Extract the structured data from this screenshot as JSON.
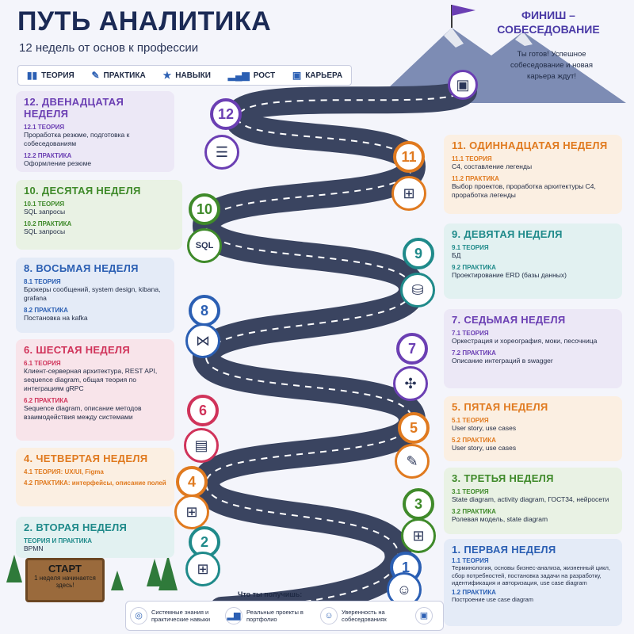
{
  "header": {
    "title": "ПУТЬ АНАЛИТИКА",
    "subtitle": "12 недель от основ к профессии"
  },
  "legend": [
    {
      "icon": "book-icon",
      "label": "ТЕОРИЯ"
    },
    {
      "icon": "wrench-icon",
      "label": "ПРАКТИКА"
    },
    {
      "icon": "star-icon",
      "label": "НАВЫКИ"
    },
    {
      "icon": "bar-chart-icon",
      "label": "РОСТ"
    },
    {
      "icon": "briefcase-icon",
      "label": "КАРЬЕРА"
    }
  ],
  "finish": {
    "title": "ФИНИШ – СОБЕСЕДОВАНИЕ",
    "text": "Ты готов! Успешное собеседование и новая карьера ждут!"
  },
  "weeks": {
    "w12": {
      "title": "12. ДВЕНАДЦАТАЯ НЕДЕЛЯ",
      "num": "12",
      "color": "#6b3fb3",
      "s1": "12.1  ТЕОРИЯ",
      "t1": "Проработка резюме, подготовка к собеседованиям",
      "s2": "12.2  ПРАКТИКА",
      "t2": "Оформление резюме"
    },
    "w11": {
      "title": "11. ОДИННАДЦАТАЯ НЕДЕЛЯ",
      "num": "11",
      "color": "#e07a1f",
      "s1": "11.1  ТЕОРИЯ",
      "t1": "C4, составление легенды",
      "s2": "11.2  ПРАКТИКА",
      "t2": "Выбор проектов, проработка архитектуры С4, проработка легенды"
    },
    "w10": {
      "title": "10. ДЕСЯТАЯ НЕДЕЛЯ",
      "num": "10",
      "color": "#3f8a2a",
      "s1": "10.1  ТЕОРИЯ",
      "t1": "SQL запросы",
      "s2": "10.2  ПРАКТИКА",
      "t2": "SQL запросы"
    },
    "w9": {
      "title": "9. ДЕВЯТАЯ НЕДЕЛЯ",
      "num": "9",
      "color": "#1f8a8a",
      "s1": "9.1  ТЕОРИЯ",
      "t1": "БД",
      "s2": "9.2  ПРАКТИКА",
      "t2": "Проектирование ERD (базы данных)"
    },
    "w8": {
      "title": "8. ВОСЬМАЯ НЕДЕЛЯ",
      "num": "8",
      "color": "#2b5fb3",
      "s1": "8.1  ТЕОРИЯ",
      "t1": "Брокеры сообщений, system design, kibana, grafana",
      "s2": "8.2  ПРАКТИКА",
      "t2": "Постановка на kafka"
    },
    "w7": {
      "title": "7. СЕДЬМАЯ НЕДЕЛЯ",
      "num": "7",
      "color": "#6b3fb3",
      "s1": "7.1  ТЕОРИЯ",
      "t1": "Оркестрация и хореография, моки, песочница",
      "s2": "7.2  ПРАКТИКА",
      "t2": "Описание интеграций в swagger"
    },
    "w6": {
      "title": "6. ШЕСТАЯ НЕДЕЛЯ",
      "num": "6",
      "color": "#d0335a",
      "s1": "6.1  ТЕОРИЯ",
      "t1": "Клиент-серверная архитектура, REST API, sequence diagram, общая теория по интеграциям gRPC",
      "s2": "6.2  ПРАКТИКА",
      "t2": "Sequence diagram, описание методов взаимодействия между системами"
    },
    "w5": {
      "title": "5. ПЯТАЯ НЕДЕЛЯ",
      "num": "5",
      "color": "#e07a1f",
      "s1": "5.1  ТЕОРИЯ",
      "t1": "User story, use cases",
      "s2": "5.2  ПРАКТИКА",
      "t2": "User story, use cases"
    },
    "w4": {
      "title": "4. ЧЕТВЕРТАЯ НЕДЕЛЯ",
      "num": "4",
      "color": "#e07a1f",
      "s1": "4.1  ТЕОРИЯ: UX/UI, Figma",
      "s2": "4.2  ПРАКТИКА: интерфейсы, описание полей"
    },
    "w3": {
      "title": "3. ТРЕТЬЯ НЕДЕЛЯ",
      "num": "3",
      "color": "#3f8a2a",
      "s1": "3.1  ТЕОРИЯ",
      "t1": "State diagram, activity diagram, ГОСТ34, нейросети",
      "s2": "3.2  ПРАКТИКА",
      "t2": "Ролевая модель, state diagram"
    },
    "w2": {
      "title": "2. ВТОРАЯ НЕДЕЛЯ",
      "num": "2",
      "color": "#1f8a8a",
      "s1": "ТЕОРИЯ И ПРАКТИКА",
      "t1": "BPMN"
    },
    "w1": {
      "title": "1. ПЕРВАЯ НЕДЕЛЯ",
      "num": "1",
      "color": "#2b5fb3",
      "s1": "1.1  ТЕОРИЯ",
      "t1": "Терминология, основы бизнес-анализа, жизненный цикл, сбор потребностей, постановка задачи на разработку, идентификация и авторизация, use case diagram",
      "s2": "1.2  ПРАКТИКА",
      "t2": "Построение use case diagram"
    }
  },
  "start": {
    "label": "СТАРТ",
    "text": "1 неделя начинается здесь!"
  },
  "footer": {
    "title": "Что ты получишь:",
    "items": [
      {
        "icon": "target-icon",
        "label": "Системные знания и практические навыки"
      },
      {
        "icon": "growth-chart-icon",
        "label": "Реальные проекты в портфолио"
      },
      {
        "icon": "person-icon",
        "label": "Уверенность на собеседованиях"
      },
      {
        "icon": "briefcase-icon",
        "label": ""
      }
    ]
  },
  "colors": {
    "road": "#3a4460",
    "mountain": "#6f7fa8",
    "flag": "#6b3fb3"
  }
}
